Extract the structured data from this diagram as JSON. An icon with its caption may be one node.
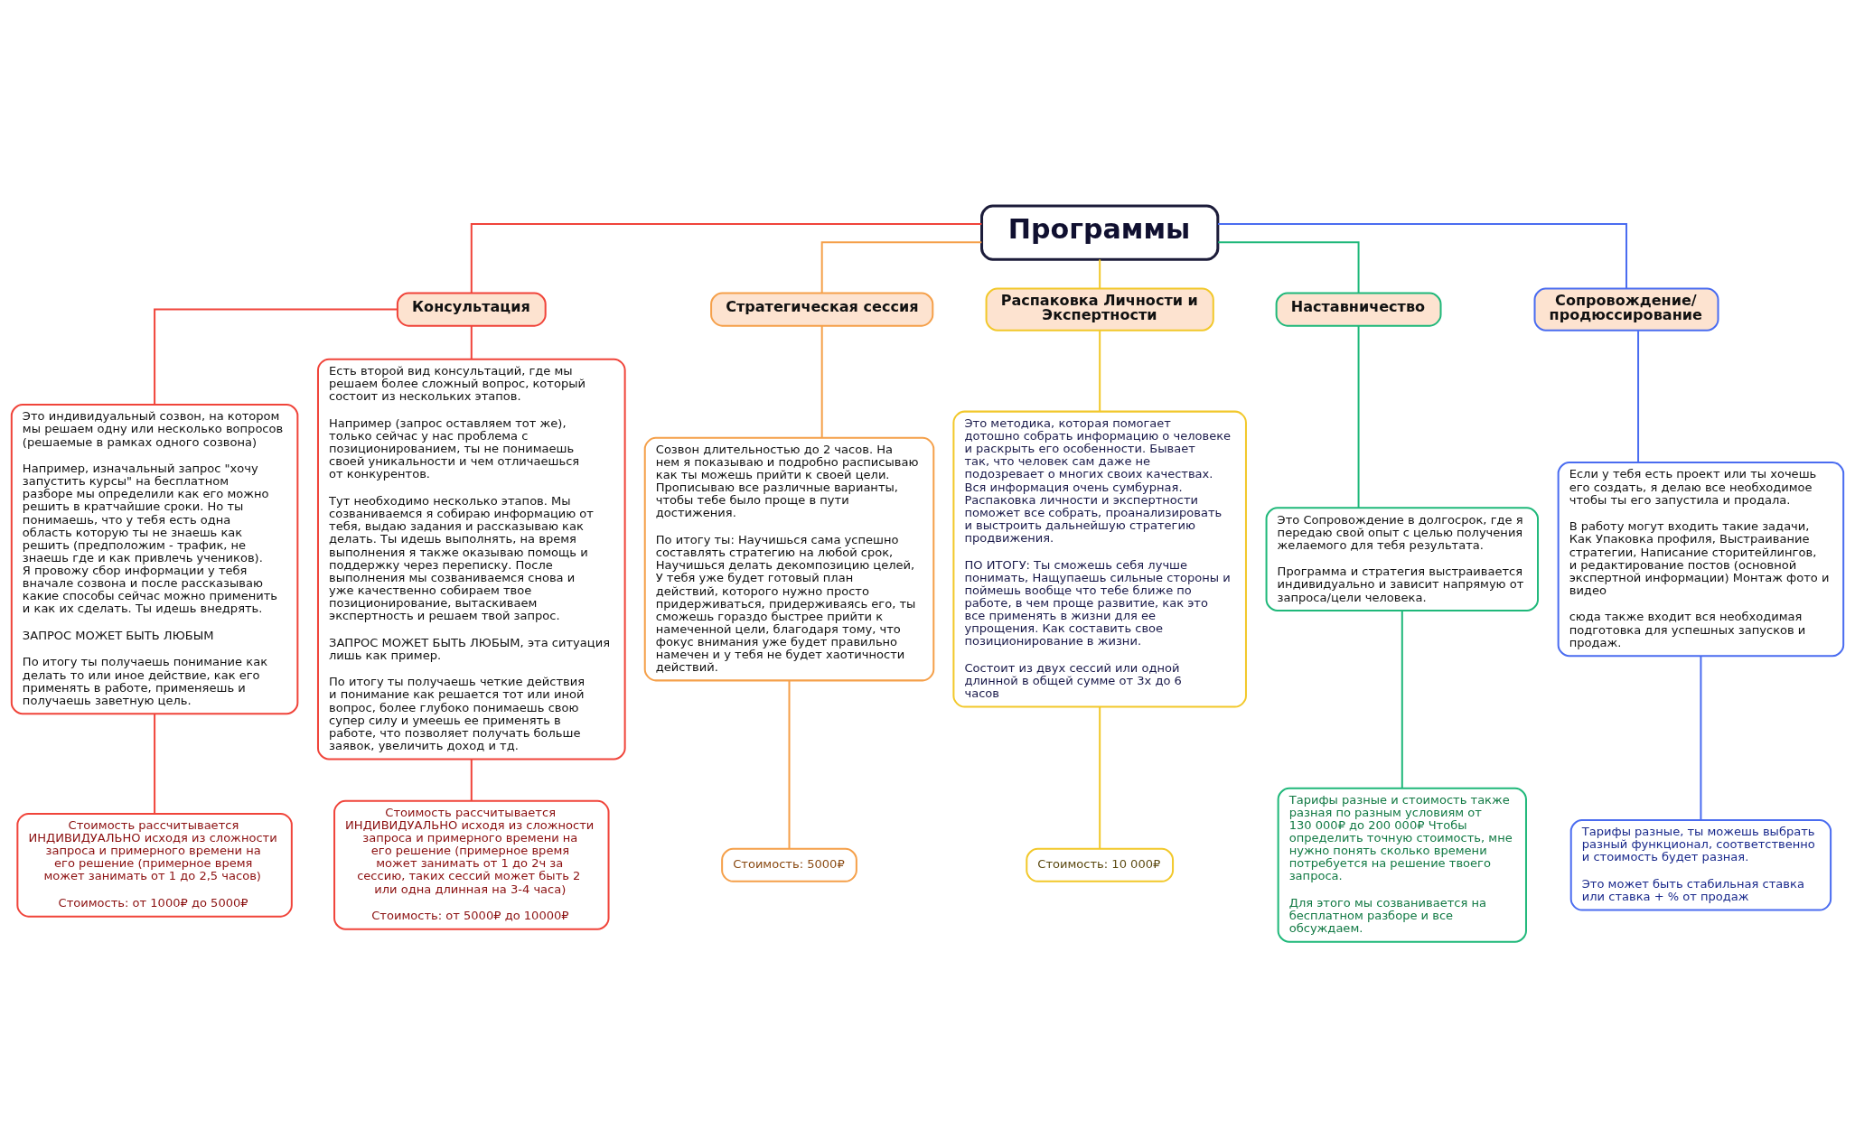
{
  "diagram": {
    "nodes": [
      {
        "text": [
          "Программы"
        ]
      },
      {
        "text": [
          "Консультация"
        ]
      },
      {
        "text": [
          "Это индивидуальный созвон, на котором мы решаем одну или несколько вопросов (решаемые в рамках одного созвона)",
          "Например, изначальный запрос \"хочу запустить курсы\" на бесплатном разборе мы определили как его можно решить в кратчайшие сроки. Но ты понимаешь, что у тебя есть одна область которую ты не знаешь как решить (предположим - трафик, не знаешь где и как привлечь учеников). Я провожу сбор информации у тебя вначале созвона и после рассказываю какие способы сейчас можно применить и как их сделать. Ты идешь внедрять.",
          "ЗАПРОС МОЖЕТ БЫТЬ ЛЮБЫМ",
          "По итогу ты получаешь понимание как делать то или иное действие, как его применять в работе, применяешь и получаешь заветную цель."
        ]
      },
      {
        "text": [
          "Стоимость рассчитывается ИНДИВИДУАЛЬНО исходя из сложности запроса и примерного времени на его решение (примерное время может занимать от 1 до 2,5 часов)",
          "Стоимость: от 1000₽ до 5000₽"
        ]
      },
      {
        "text": [
          "Есть второй вид консультаций, где мы решаем более сложный вопрос, который состоит из нескольких этапов.",
          "Например (запрос оставляем тот же), только сейчас у нас проблема с позиционированием, ты не понимаешь своей уникальности и чем отличаешься от конкурентов.",
          "Тут необходимо несколько этапов. Мы созваниваемся я собираю информацию от тебя, выдаю задания и рассказываю как делать. Ты идешь выполнять, на время выполнения я также оказываю помощь и поддержку через переписку. После выполнения мы созваниваемся снова и уже качественно собираем твое позиционирование, вытаскиваем экспертность и решаем твой запрос.",
          "ЗАПРОС МОЖЕТ БЫТЬ ЛЮБЫМ, эта ситуация лишь как пример.",
          "По итогу ты получаешь четкие действия и понимание как решается тот или иной вопрос, более глубоко понимаешь свою супер силу и умеешь ее применять в работе, что позволяет получать больше заявок, увеличить доход и тд."
        ]
      },
      {
        "text": [
          "Стоимость рассчитывается ИНДИВИДУАЛЬНО исходя из сложности запроса и примерного времени на его решение (примерное время может занимать от 1 до 2ч за сессию, таких сессий может быть 2 или одна длинная на 3-4 часа)",
          "Стоимость: от 5000₽ до 10000₽"
        ]
      },
      {
        "text": [
          "Стратегическая сессия"
        ]
      },
      {
        "text": [
          "Созвон длительностью до 2 часов. На нем я показываю и подробно расписываю как ты можешь прийти к своей цели. Прописываю все различные варианты, чтобы тебе было проще в пути достижения.",
          "По итогу ты: Научишься сама успешно составлять стратегию на любой срок, Научишься делать декомпозицию целей, У тебя уже будет готовый план действий, которого нужно просто придерживаться, придерживаясь его, ты сможешь гораздо быстрее прийти к намеченной цели, благодаря тому, что фокус внимания уже будет правильно намечен и у тебя не будет хаотичности действий."
        ]
      },
      {
        "text": [
          "Стоимость: 5000₽"
        ]
      },
      {
        "text": [
          "Распаковка Личности и Экспертности"
        ]
      },
      {
        "text": [
          "Это методика, которая помогает дотошно собрать информацию о человеке и раскрыть его особенности. Бывает так, что человек сам даже не подозревает о многих своих качествах. Вся информация очень сумбурная. Распаковка личности и экспертности поможет все собрать, проанализировать и выстроить дальнейшую стратегию продвижения.",
          "ПО ИТОГУ: Ты сможешь себя лучше понимать, Нащупаешь сильные стороны и поймешь вообще что тебе ближе по работе, в чем проще развитие, как это все применять в жизни для ее упрощения. Как составить свое позиционирование в жизни.",
          "Состоит из двух сессий или одной длинной в общей сумме от 3х до 6 часов"
        ]
      },
      {
        "text": [
          "Стоимость: 10 000₽"
        ]
      },
      {
        "text": [
          "Наставничество"
        ]
      },
      {
        "text": [
          "Это Сопровождение в долгосрок, где я передаю свой опыт с целью получения желаемого для тебя результата.",
          "Программа и стратегия выстраивается индивидуально и зависит напрямую от запроса/цели человека."
        ]
      },
      {
        "text": [
          "Тарифы разные и стоимость также разная по разным условиям от 130 000₽ до 200 000₽ Чтобы определить точную стоимость, мне нужно понять сколько времени потребуется на решение твоего запроса.",
          "Для этого мы созванивается на бесплатном разборе и все обсуждаем."
        ]
      },
      {
        "text": [
          "Сопровождение/ продюссирование"
        ]
      },
      {
        "text": [
          "Если у тебя есть проект или ты хочешь его создать, я делаю все необходимое чтобы ты его запустила и продала.",
          "В работу могут входить такие задачи, Как Упаковка профиля, Выстраивание стратегии, Написание сторитейлингов, и редактирование постов (основной экспертной информации) Монтаж фото и видео",
          "сюда также входит вся необходимая подготовка для успешных запусков и продаж."
        ]
      },
      {
        "text": [
          "Тарифы разные, ты можешь выбрать разный функционал, соответственно и стоимость будет разная.",
          "Это может быть стабильная ставка или ставка + % от продаж"
        ]
      }
    ],
    "edges": [
      {
        "from": 0,
        "to": 1,
        "arrow": "none"
      },
      {
        "from": 0,
        "to": 6,
        "arrow": "none",
        "color": "#f5a04a"
      },
      {
        "from": 0,
        "to": 9,
        "arrow": "none",
        "color": "#f2c82a"
      },
      {
        "from": 0,
        "to": 12,
        "arrow": "none",
        "color": "#1fb87a"
      },
      {
        "from": 0,
        "to": 15,
        "arrow": "none",
        "color": "#4a6cf0"
      },
      {
        "from": 1,
        "to": 2,
        "arrow": "none"
      },
      {
        "from": 1,
        "to": 4,
        "arrow": "none"
      },
      {
        "from": 2,
        "to": 3,
        "arrow": "none"
      },
      {
        "from": 4,
        "to": 5,
        "arrow": "none"
      },
      {
        "from": 6,
        "to": 7,
        "arrow": "none",
        "color": "#f5a04a"
      },
      {
        "from": 7,
        "to": 8,
        "arrow": "none",
        "color": "#f5a04a"
      },
      {
        "from": 9,
        "to": 10,
        "arrow": "none",
        "color": "#f2c82a"
      },
      {
        "from": 10,
        "to": 11,
        "arrow": "none",
        "color": "#f2c82a"
      },
      {
        "from": 12,
        "to": 13,
        "arrow": "none",
        "color": "#1fb87a"
      },
      {
        "from": 13,
        "to": 14,
        "arrow": "none",
        "color": "#1fb87a"
      },
      {
        "from": 15,
        "to": 16,
        "arrow": "none",
        "color": "#4a6cf0"
      },
      {
        "from": 16,
        "to": 17,
        "arrow": "none",
        "color": "#4a6cf0"
      }
    ]
  }
}
